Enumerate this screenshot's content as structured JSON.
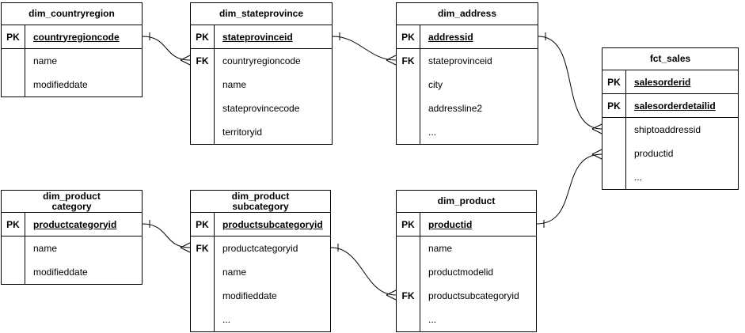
{
  "diagram": {
    "tables": [
      {
        "id": "dim_countryregion",
        "title": "dim_countryregion",
        "rows": [
          {
            "key": "PK",
            "name": "countryregioncode",
            "type": "pk"
          },
          {
            "key": "",
            "name": "name",
            "type": "attr"
          },
          {
            "key": "",
            "name": "modifieddate",
            "type": "attr"
          }
        ]
      },
      {
        "id": "dim_stateprovince",
        "title": "dim_stateprovince",
        "rows": [
          {
            "key": "PK",
            "name": "stateprovinceid",
            "type": "pk"
          },
          {
            "key": "FK",
            "name": "countryregioncode",
            "type": "attr"
          },
          {
            "key": "",
            "name": "name",
            "type": "attr"
          },
          {
            "key": "",
            "name": "stateprovincecode",
            "type": "attr"
          },
          {
            "key": "",
            "name": "territoryid",
            "type": "attr"
          }
        ]
      },
      {
        "id": "dim_address",
        "title": "dim_address",
        "rows": [
          {
            "key": "PK",
            "name": "addressid",
            "type": "pk"
          },
          {
            "key": "FK",
            "name": "stateprovinceid",
            "type": "attr"
          },
          {
            "key": "",
            "name": "city",
            "type": "attr"
          },
          {
            "key": "",
            "name": "addressline2",
            "type": "attr"
          },
          {
            "key": "",
            "name": "...",
            "type": "attr"
          }
        ]
      },
      {
        "id": "fct_sales",
        "title": "fct_sales",
        "rows": [
          {
            "key": "PK",
            "name": "salesorderid",
            "type": "pk"
          },
          {
            "key": "PK",
            "name": "salesorderdetailid",
            "type": "pk"
          },
          {
            "key": "",
            "name": "shiptoaddressid",
            "type": "attr"
          },
          {
            "key": "",
            "name": "productid",
            "type": "attr"
          },
          {
            "key": "",
            "name": "...",
            "type": "attr"
          }
        ]
      },
      {
        "id": "dim_productcategory",
        "title": "dim_product\ncategory",
        "rows": [
          {
            "key": "PK",
            "name": "productcategoryid",
            "type": "pk"
          },
          {
            "key": "",
            "name": "name",
            "type": "attr"
          },
          {
            "key": "",
            "name": "modifieddate",
            "type": "attr"
          }
        ]
      },
      {
        "id": "dim_productsubcategory",
        "title": "dim_product\nsubcategory",
        "rows": [
          {
            "key": "PK",
            "name": "productsubcategoryid",
            "type": "pk"
          },
          {
            "key": "FK",
            "name": "productcategoryid",
            "type": "attr"
          },
          {
            "key": "",
            "name": "name",
            "type": "attr"
          },
          {
            "key": "",
            "name": "modifieddate",
            "type": "attr"
          },
          {
            "key": "",
            "name": "...",
            "type": "attr"
          }
        ]
      },
      {
        "id": "dim_product",
        "title": "dim_product",
        "rows": [
          {
            "key": "PK",
            "name": "productid",
            "type": "pk"
          },
          {
            "key": "",
            "name": "name",
            "type": "attr"
          },
          {
            "key": "",
            "name": "productmodelid",
            "type": "attr"
          },
          {
            "key": "FK",
            "name": "productsubcategoryid",
            "type": "attr"
          },
          {
            "key": "",
            "name": "...",
            "type": "attr"
          }
        ]
      }
    ],
    "relationships": [
      {
        "from": "dim_countryregion.countryregioncode",
        "to": "dim_stateprovince.countryregioncode",
        "cardinality": "one-to-many"
      },
      {
        "from": "dim_stateprovince.stateprovinceid",
        "to": "dim_address.stateprovinceid",
        "cardinality": "one-to-many"
      },
      {
        "from": "dim_address.addressid",
        "to": "fct_sales.shiptoaddressid",
        "cardinality": "one-to-many"
      },
      {
        "from": "dim_product.productid",
        "to": "fct_sales.productid",
        "cardinality": "one-to-many"
      },
      {
        "from": "dim_productcategory.productcategoryid",
        "to": "dim_productsubcategory.productcategoryid",
        "cardinality": "one-to-many"
      },
      {
        "from": "dim_productsubcategory.productsubcategoryid",
        "to": "dim_product.productsubcategoryid",
        "cardinality": "one-to-many"
      }
    ],
    "colors": {
      "stroke": "#000000",
      "background": "#ffffff"
    }
  }
}
